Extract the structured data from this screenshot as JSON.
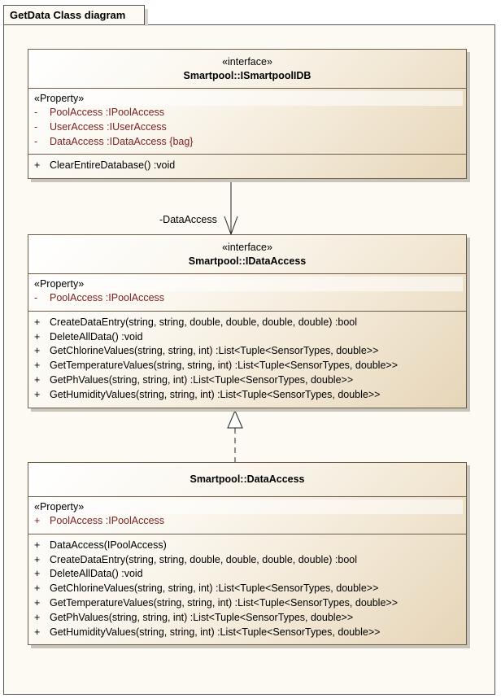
{
  "diagram": {
    "title": "GetData Class diagram"
  },
  "classes": [
    {
      "stereotype": "«interface»",
      "name": "Smartpool::ISmartpoolIDB",
      "property_stereotype": "«Property»",
      "attributes": [
        {
          "vis": "-",
          "text": "PoolAccess  :IPoolAccess"
        },
        {
          "vis": "-",
          "text": "UserAccess  :IUserAccess"
        },
        {
          "vis": "-",
          "text": "DataAccess  :IDataAccess {bag}"
        }
      ],
      "operations": [
        {
          "vis": "+",
          "text": "ClearEntireDatabase()  :void"
        }
      ]
    },
    {
      "stereotype": "«interface»",
      "name": "Smartpool::IDataAccess",
      "property_stereotype": "«Property»",
      "attributes": [
        {
          "vis": "-",
          "text": "PoolAccess  :IPoolAccess"
        }
      ],
      "operations": [
        {
          "vis": "+",
          "text": "CreateDataEntry(string, string, double, double, double, double)  :bool"
        },
        {
          "vis": "+",
          "text": "DeleteAllData()  :void"
        },
        {
          "vis": "+",
          "text": "GetChlorineValues(string, string, int)  :List<Tuple<SensorTypes, double>>"
        },
        {
          "vis": "+",
          "text": "GetTemperatureValues(string, string, int)  :List<Tuple<SensorTypes, double>>"
        },
        {
          "vis": "+",
          "text": "GetPhValues(string, string, int)  :List<Tuple<SensorTypes, double>>"
        },
        {
          "vis": "+",
          "text": "GetHumidityValues(string, string, int)  :List<Tuple<SensorTypes, double>>"
        }
      ]
    },
    {
      "name": "Smartpool::DataAccess",
      "property_stereotype": "«Property»",
      "attributes": [
        {
          "vis": "+",
          "text": "PoolAccess  :IPoolAccess"
        }
      ],
      "operations": [
        {
          "vis": "+",
          "text": "DataAccess(IPoolAccess)"
        },
        {
          "vis": "+",
          "text": "CreateDataEntry(string, string, double, double, double, double)  :bool"
        },
        {
          "vis": "+",
          "text": "DeleteAllData()  :void"
        },
        {
          "vis": "+",
          "text": "GetChlorineValues(string, string, int)  :List<Tuple<SensorTypes, double>>"
        },
        {
          "vis": "+",
          "text": "GetTemperatureValues(string, string, int)  :List<Tuple<SensorTypes, double>>"
        },
        {
          "vis": "+",
          "text": "GetPhValues(string, string, int)  :List<Tuple<SensorTypes, double>>"
        },
        {
          "vis": "+",
          "text": "GetHumidityValues(string, string, int)  :List<Tuple<SensorTypes, double>>"
        }
      ]
    }
  ],
  "relations": {
    "association_role": "-DataAccess"
  }
}
